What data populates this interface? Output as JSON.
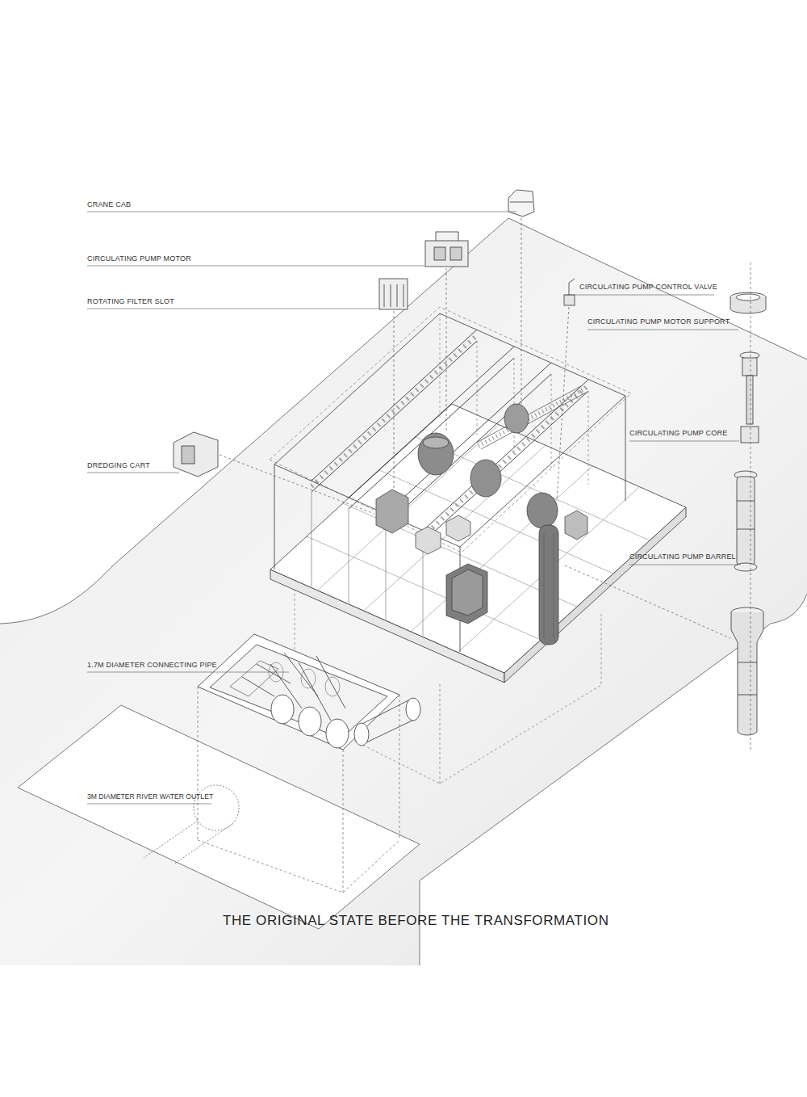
{
  "diagram": {
    "caption": "THE ORIGINAL STATE BEFORE THE TRANSFORMATION",
    "labels": [
      "CRANE CAB",
      "CIRCULATING PUMP MOTOR",
      "CIRCULATING PUMP CONTROL VALVE",
      "ROTATING FILTER SLOT",
      "CIRCULATING PUMP MOTOR SUPPORT",
      "CIRCULATING PUMP CORE",
      "DREDGING CART",
      "CIRCULATING PUMP BARREL",
      "1.7M DIAMETER CONNECTING PIPE",
      "3M DIAMETER RIVER WATER OUTLET"
    ]
  }
}
